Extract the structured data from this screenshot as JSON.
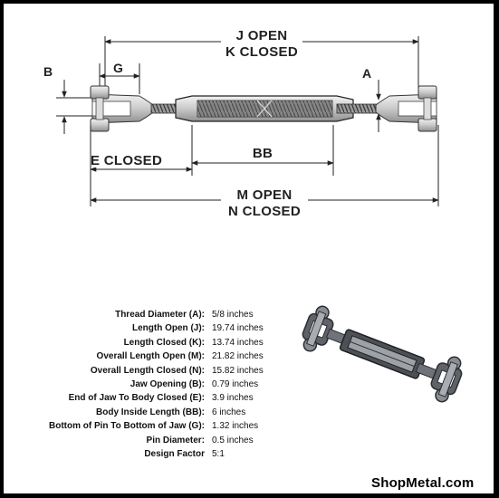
{
  "diagram": {
    "labels": {
      "j_open": "J  OPEN",
      "k_closed": "K  CLOSED",
      "b": "B",
      "g": "G",
      "a": "A",
      "e_closed": "E  CLOSED",
      "bb": "BB",
      "m_open": "M  OPEN",
      "n_closed": "N  CLOSED"
    }
  },
  "specs": [
    {
      "label": "Thread Diameter (A):",
      "value": "5/8 inches"
    },
    {
      "label": "Length Open (J):",
      "value": "19.74 inches"
    },
    {
      "label": "Length Closed (K):",
      "value": "13.74 inches"
    },
    {
      "label": "Overall Length Open (M):",
      "value": "21.82 inches"
    },
    {
      "label": "Overall Length Closed (N):",
      "value": "15.82 inches"
    },
    {
      "label": "Jaw Opening (B):",
      "value": "0.79 inches"
    },
    {
      "label": "End of Jaw To Body Closed (E):",
      "value": "3.9 inches"
    },
    {
      "label": "Body Inside Length (BB):",
      "value": "6 inches"
    },
    {
      "label": "Bottom of Pin To Bottom of Jaw (G):",
      "value": "1.32 inches"
    },
    {
      "label": "Pin Diameter:",
      "value": "0.5 inches"
    },
    {
      "label": "Design Factor",
      "value": "5:1"
    }
  ],
  "brand": "ShopMetal.com",
  "colors": {
    "frame": "#000000",
    "background": "#ffffff",
    "ink": "#222222"
  }
}
